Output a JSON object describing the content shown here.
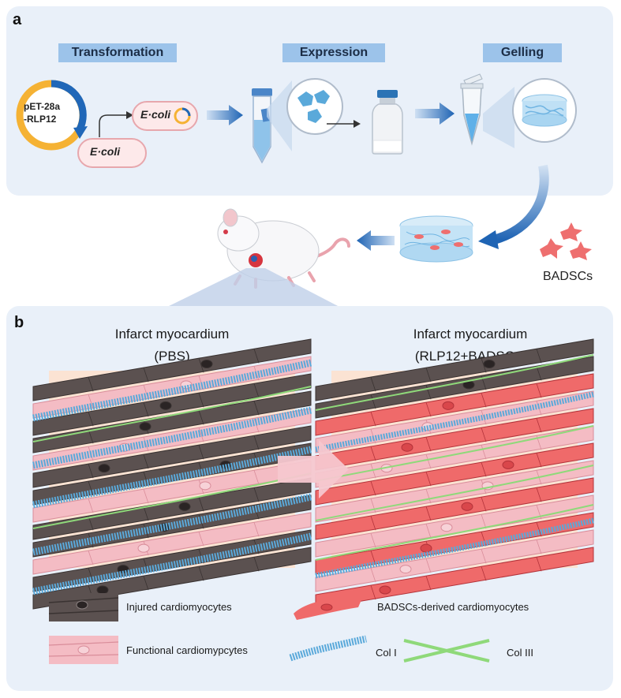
{
  "panel_a": {
    "label": "a",
    "steps": {
      "transformation": "Transformation",
      "expression": "Expression",
      "gelling": "Gelling"
    },
    "plasmid_label": [
      "pET-28a",
      "-RLP12"
    ],
    "ecoli_label": "E·coli",
    "transformed_ecoli_label": "E·coli",
    "cells_label": "BADSCs"
  },
  "panel_b": {
    "label": "b",
    "left_title": [
      "Infarct myocardium",
      "(PBS)"
    ],
    "right_title": [
      "Infarct myocardium",
      "(RLP12+BADSCs)"
    ],
    "legend": {
      "injured": "Injured cardiomyocytes",
      "functional": "Functional cardiomypcytes",
      "badscs_derived": "BADSCs-derived cardiomyocytes",
      "col1": "Col I",
      "col3": "Col III"
    }
  },
  "colors": {
    "panel_bg": "#e9f0f9",
    "step_label_bg": "#9cc3ea",
    "arrow_blue": "#1f64b4",
    "injured": "#5b5150",
    "functional": "#f4bcc4",
    "badscs": "#ef6a6a",
    "col1": "#5aa9da",
    "col3": "#8fd97a"
  }
}
